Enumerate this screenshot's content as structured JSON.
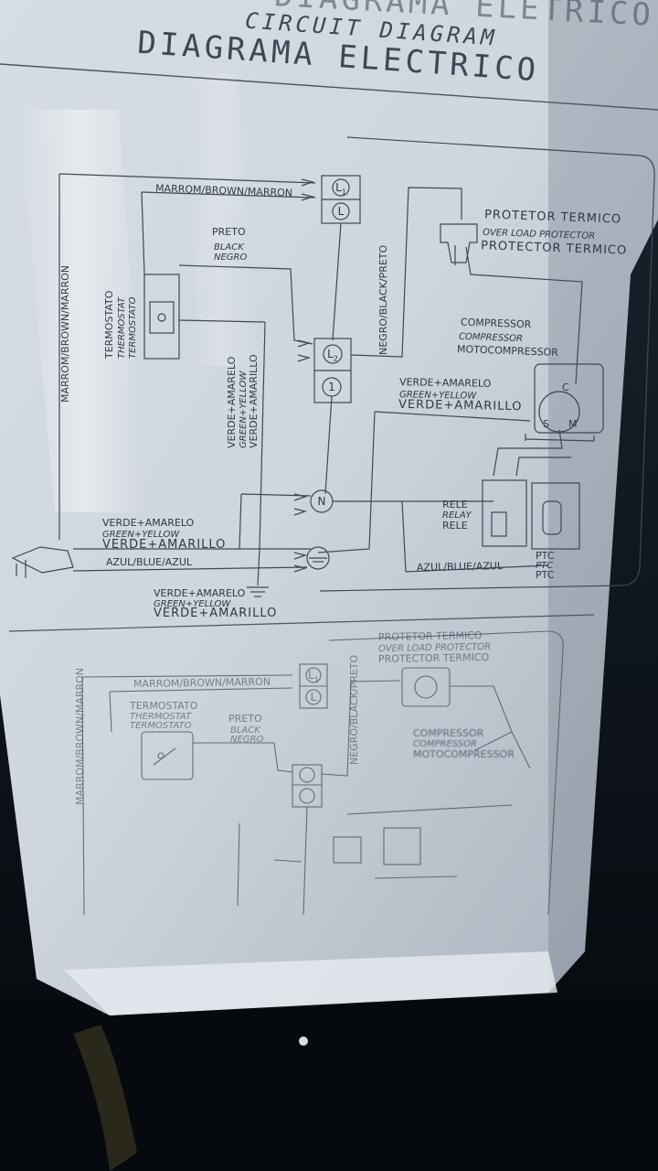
{
  "titles": {
    "portuguese": "DIAGRAMA ELETRICO",
    "english": "CIRCUIT DIAGRAM",
    "spanish": "DIAGRAMA ELECTRICO"
  },
  "upper": {
    "wire_brown": "MARROM/BROWN/MARRON",
    "wire_brown_vertical": "MARROM/BROWN/MARRON",
    "thermostat": [
      "TERMOSTATO",
      "THERMOSTAT",
      "TERMOSTATO"
    ],
    "black_wire": [
      "PRETO",
      "BLACK",
      "NEGRO"
    ],
    "black_vertical": "NEGRO/BLACK/PRETO",
    "green_yellow_vertical": [
      "VERDE+AMARELO",
      "GREEN+YELLOW",
      "VERDE+AMARILLO"
    ],
    "protector": [
      "PROTETOR TERMICO",
      "OVER LOAD PROTECTOR",
      "PROTECTOR TERMICO"
    ],
    "compressor": [
      "COMPRESSOR",
      "COMPRESSOR",
      "MOTOCOMPRESSOR"
    ],
    "green_yellow_comp": [
      "VERDE+AMARELO",
      "GREEN+YELLOW",
      "VERDE+AMARILLO"
    ],
    "green_yellow_cord": [
      "VERDE+AMARELO",
      "GREEN+YELLOW",
      "VERDE+AMARILLO"
    ],
    "blue_cord": "AZUL/BLUE/AZUL",
    "blue_comp": "AZUL/BLUE/AZUL",
    "relay": [
      "RELE",
      "RELAY",
      "RELE"
    ],
    "ptc": [
      "PTC",
      "PTC",
      "PTC"
    ],
    "green_yellow_ground": [
      "VERDE+AMARELO",
      "GREEN+YELLOW",
      "VERDE+AMARILLO"
    ],
    "terminals": {
      "l1": "L",
      "l1_sub": "1",
      "l": "L",
      "l2": "L",
      "l2_sub": "2",
      "one": "1",
      "n": "N"
    },
    "motor_pins": {
      "c": "C",
      "s": "S",
      "m": "M"
    }
  },
  "lower": {
    "wire_brown": "MARROM/BROWN/MARRON",
    "wire_brown_vertical": "MARROM/BROWN/MARRON",
    "thermostat": [
      "TERMOSTATO",
      "THERMOSTAT",
      "TERMOSTATO"
    ],
    "black_wire": [
      "PRETO",
      "BLACK",
      "NEGRO"
    ],
    "black_vertical": "NEGRO/BLACK/PRETO",
    "protector": [
      "PROTETOR TERMICO",
      "OVER LOAD PROTECTOR",
      "PROTECTOR TERMICO"
    ],
    "compressor": [
      "COMPRESSOR",
      "COMPRESSOR",
      "MOTOCOMPRESSOR"
    ],
    "terminals": {
      "l1": "L",
      "l1_sub": "1",
      "l": "L"
    }
  }
}
